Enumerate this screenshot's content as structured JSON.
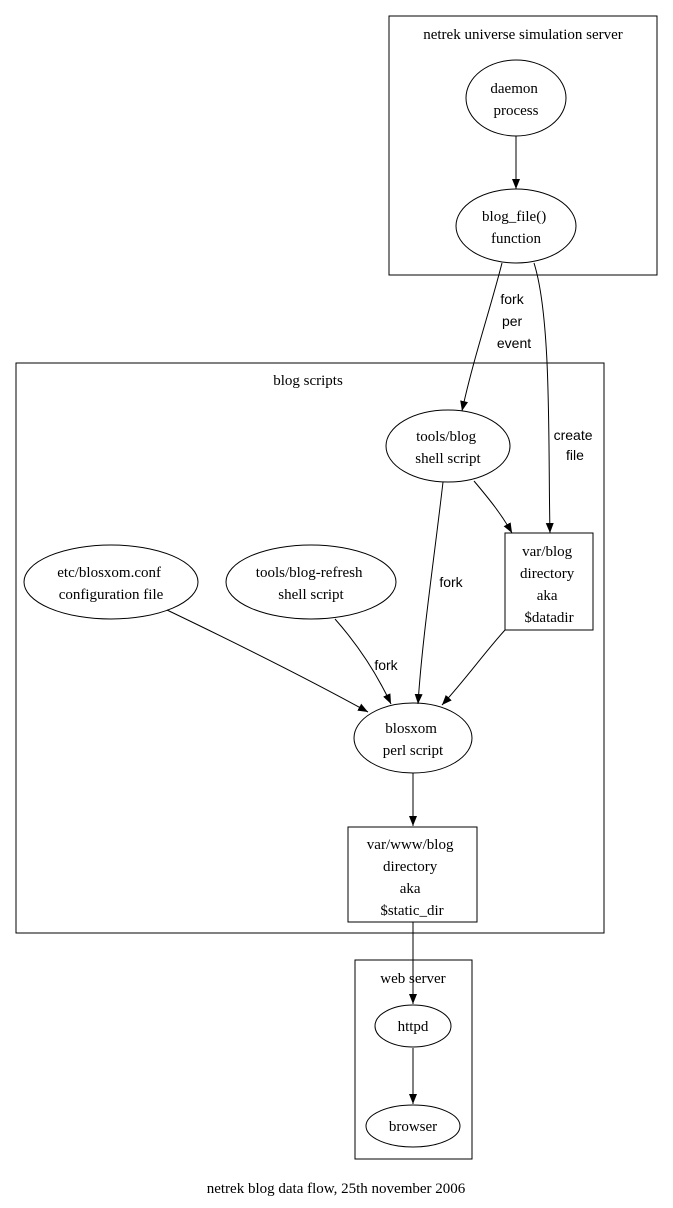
{
  "clusters": {
    "netrek_server": "netrek universe simulation server",
    "blog_scripts": "blog scripts",
    "web_server": "web server"
  },
  "nodes": {
    "daemon": [
      "daemon",
      "process"
    ],
    "blog_file": [
      "blog_file()",
      "function"
    ],
    "tools_blog": [
      "tools/blog",
      "shell script"
    ],
    "var_blog": [
      "var/blog",
      "directory",
      "aka",
      "$datadir"
    ],
    "etc_conf": [
      "etc/blosxom.conf",
      "configuration file"
    ],
    "refresh": [
      "tools/blog-refresh",
      "shell script"
    ],
    "blosxom": [
      "blosxom",
      "perl script"
    ],
    "www_blog": [
      "var/www/blog",
      "directory",
      "aka",
      "$static_dir"
    ],
    "httpd": [
      "httpd"
    ],
    "browser": [
      "browser"
    ]
  },
  "edge_labels": {
    "fork_per_event": [
      "fork",
      "per",
      "event"
    ],
    "create_file": [
      "create",
      "file"
    ],
    "fork_blosxom": [
      "fork"
    ],
    "fork_refresh": [
      "fork"
    ]
  },
  "caption": "netrek blog data flow, 25th november 2006"
}
